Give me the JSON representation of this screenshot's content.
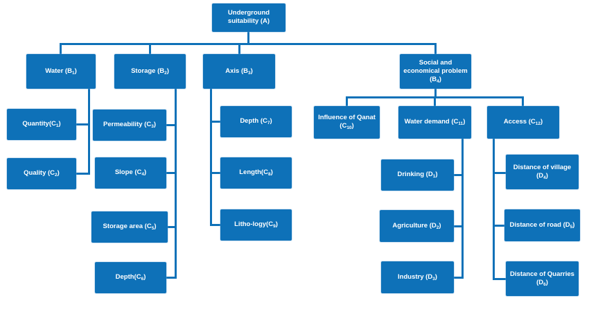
{
  "diagram": {
    "type": "hierarchy-tree",
    "colors": {
      "box_fill": "#0e71b8",
      "connector": "#0e71b8",
      "label_text": "#ffffff",
      "background": "#ffffff"
    },
    "nodes": {
      "a": {
        "pre": "Underground suitability (A)",
        "sub": "",
        "post": ""
      },
      "b1": {
        "pre": "Water (B",
        "sub": "1",
        "post": ")"
      },
      "b2": {
        "pre": "Storage (B",
        "sub": "2",
        "post": ")"
      },
      "b3": {
        "pre": "Axis (B",
        "sub": "3",
        "post": ")"
      },
      "b4": {
        "pre": "Social and economical problem (B",
        "sub": "4",
        "post": ")"
      },
      "c1": {
        "pre": "Quantity(C",
        "sub": "1",
        "post": ")"
      },
      "c2": {
        "pre": "Quality (C",
        "sub": "2",
        "post": ")"
      },
      "c3": {
        "pre": "Permeability (C",
        "sub": "3",
        "post": ")"
      },
      "c4": {
        "pre": "Slope (C",
        "sub": "4",
        "post": ")"
      },
      "c5": {
        "pre": "Storage area (C",
        "sub": "5",
        "post": ")"
      },
      "c6": {
        "pre": "Depth(C",
        "sub": "6",
        "post": ")"
      },
      "c7": {
        "pre": "Depth (C",
        "sub": "7",
        "post": ")"
      },
      "c8": {
        "pre": "Length(C",
        "sub": "8",
        "post": ")"
      },
      "c9": {
        "pre": "Litho-logy(C",
        "sub": "9",
        "post": ")"
      },
      "c10": {
        "pre": "Influence of Qanat (C",
        "sub": "10",
        "post": ")"
      },
      "c11": {
        "pre": "Water demand (C",
        "sub": "11",
        "post": ")"
      },
      "c12": {
        "pre": "Access (C",
        "sub": "12",
        "post": ")"
      },
      "d1": {
        "pre": "Drinking (D",
        "sub": "1",
        "post": ")"
      },
      "d2": {
        "pre": "Agriculture (D",
        "sub": "2",
        "post": ")"
      },
      "d3": {
        "pre": "Industry (D",
        "sub": "3",
        "post": ")"
      },
      "d4": {
        "pre": "Distance of village (D",
        "sub": "4",
        "post": ")"
      },
      "d5": {
        "pre": "Distance of road (D",
        "sub": "5",
        "post": ")"
      },
      "d6": {
        "pre": "Distance of Quarries (D",
        "sub": "6",
        "post": ")"
      }
    },
    "hierarchy": {
      "root": "a",
      "children_of_a": [
        "b1",
        "b2",
        "b3",
        "b4"
      ],
      "children_of_b1": [
        "c1",
        "c2"
      ],
      "children_of_b2": [
        "c3",
        "c4",
        "c5",
        "c6"
      ],
      "children_of_b3": [
        "c7",
        "c8",
        "c9"
      ],
      "children_of_b4": [
        "c10",
        "c11",
        "c12"
      ],
      "children_of_c11": [
        "d1",
        "d2",
        "d3"
      ],
      "children_of_c12": [
        "d4",
        "d5",
        "d6"
      ]
    }
  }
}
